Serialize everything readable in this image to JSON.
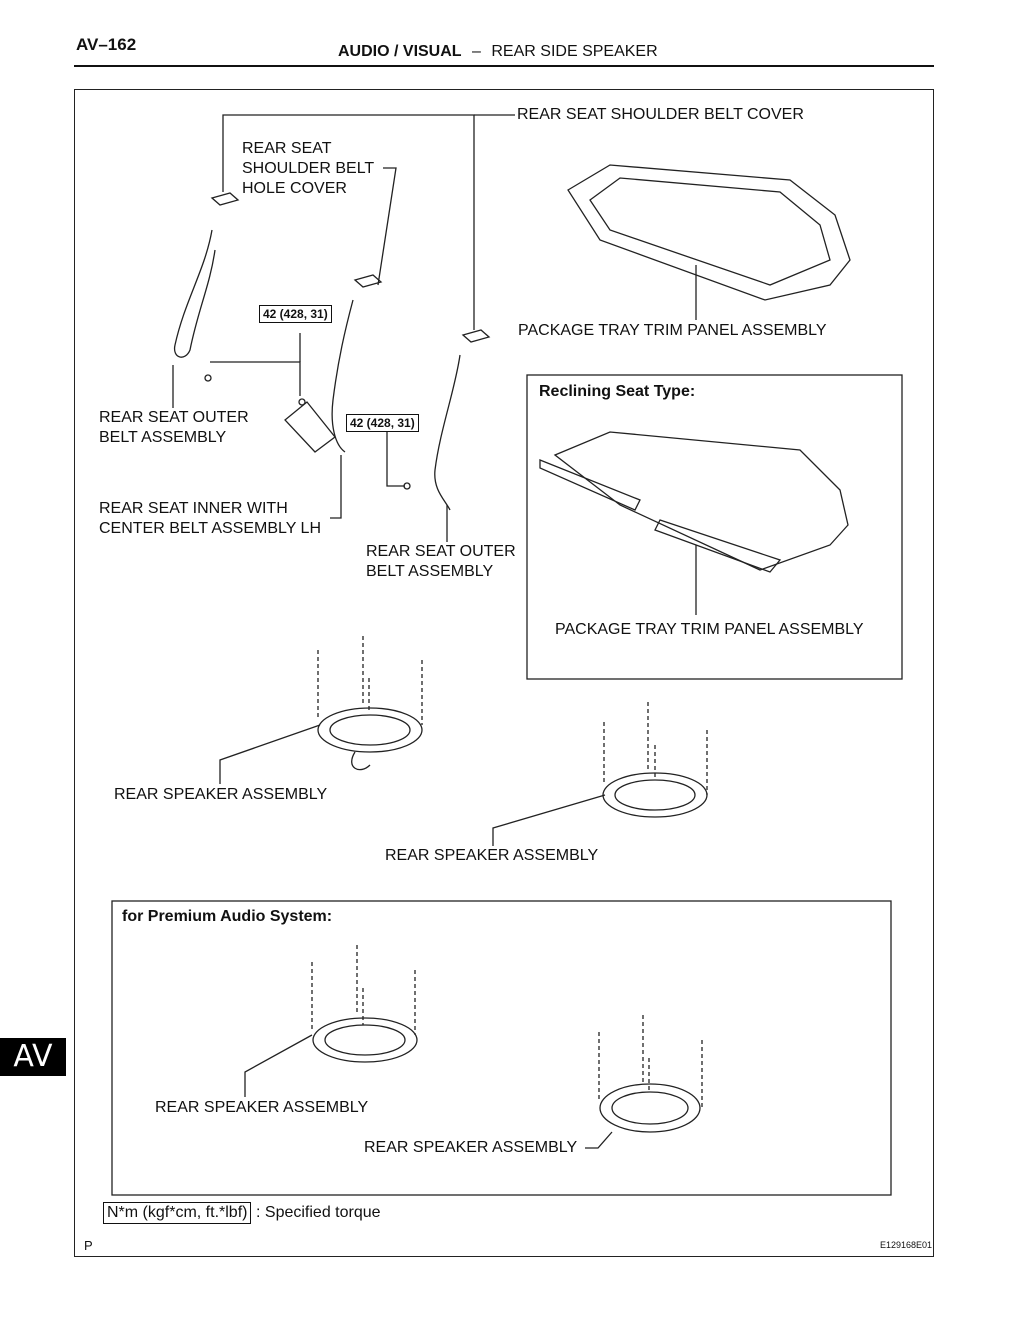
{
  "header": {
    "page_number": "AV–162",
    "section": "AUDIO / VISUAL",
    "separator": "–",
    "subsection": "REAR SIDE SPEAKER"
  },
  "labels": {
    "shoulder_belt_cover": "REAR SEAT SHOULDER BELT COVER",
    "hole_cover": "REAR SEAT\nSHOULDER BELT\nHOLE COVER",
    "package_tray_1": "PACKAGE TRAY TRIM PANEL ASSEMBLY",
    "outer_belt_left": "REAR SEAT OUTER\nBELT ASSEMBLY",
    "inner_belt": "REAR SEAT INNER WITH\nCENTER BELT ASSEMBLY LH",
    "outer_belt_right": "REAR SEAT OUTER\nBELT ASSEMBLY",
    "reclining_title": "Reclining Seat Type:",
    "package_tray_2": "PACKAGE TRAY TRIM PANEL ASSEMBLY",
    "rear_speaker_1": "REAR SPEAKER ASSEMBLY",
    "rear_speaker_2": "REAR SPEAKER ASSEMBLY",
    "premium_title": "for Premium Audio System:",
    "rear_speaker_3": "REAR SPEAKER ASSEMBLY",
    "rear_speaker_4": "REAR SPEAKER ASSEMBLY"
  },
  "torque": {
    "left": "42 (428, 31)",
    "right": "42 (428, 31)"
  },
  "legend": {
    "unit": "N*m (kgf*cm, ft.*lbf)",
    "text": ": Specified torque"
  },
  "footer": {
    "left": "P",
    "figure_id": "E129168E01"
  },
  "side_tab": "AV"
}
